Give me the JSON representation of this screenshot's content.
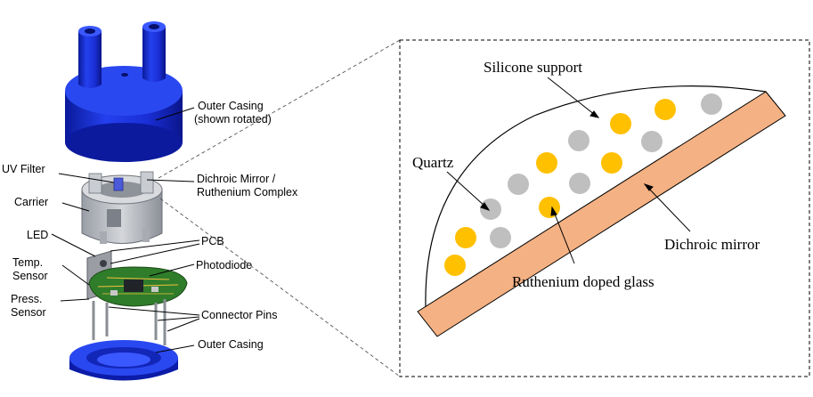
{
  "left_labels": {
    "outer_casing_top": "Outer Casing",
    "shown_rotated": "(shown rotated)",
    "uv_filter": "UV Filter",
    "dichroic_mirror": "Dichroic Mirror /",
    "ruthenium_complex": "Ruthenium Complex",
    "carrier": "Carrier",
    "led": "LED",
    "pcb": "PCB",
    "temp": "Temp.",
    "sensor_temp": "Sensor",
    "photodiode": "Photodiode",
    "press": "Press.",
    "sensor_press": "Sensor",
    "connector_pins": "Connector Pins",
    "outer_casing_bottom": "Outer Casing"
  },
  "right_labels": {
    "silicone_support": "Silicone support",
    "quartz": "Quartz",
    "dichroic_mirror": "Dichroic mirror",
    "ruthenium_doped_glass": "Ruthenium doped glass"
  },
  "colors": {
    "casing_blue": "#1a2fd6",
    "carrier_gray": "#b9bcc2",
    "pcb_green": "#2f7d2a",
    "mirror_peach": "#f4b183",
    "ruthenium_yellow": "#ffc000",
    "quartz_gray": "#bfbfbf"
  }
}
